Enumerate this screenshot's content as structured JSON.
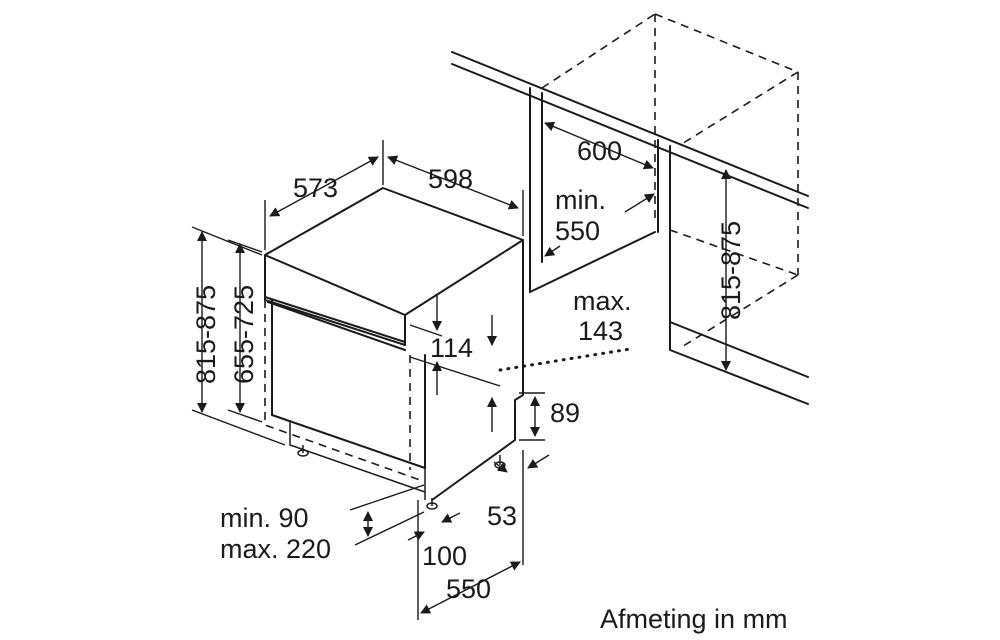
{
  "labels": {
    "cabinet_width": "600",
    "cabinet_depth_min_1": "min.",
    "cabinet_depth_min_2": "550",
    "cabinet_height": "815-875",
    "appliance_depth": "573",
    "appliance_width": "598",
    "total_height": "815-875",
    "body_height": "655-725",
    "panel_height": "114",
    "panel_max_1": "max.",
    "panel_max_2": "143",
    "toe_height": "89",
    "plinth_depth": "53",
    "plinth_1": "min. 90",
    "plinth_2": "max. 220",
    "foot_offset": "100",
    "bottom_depth": "550"
  },
  "caption": "Afmeting in mm"
}
